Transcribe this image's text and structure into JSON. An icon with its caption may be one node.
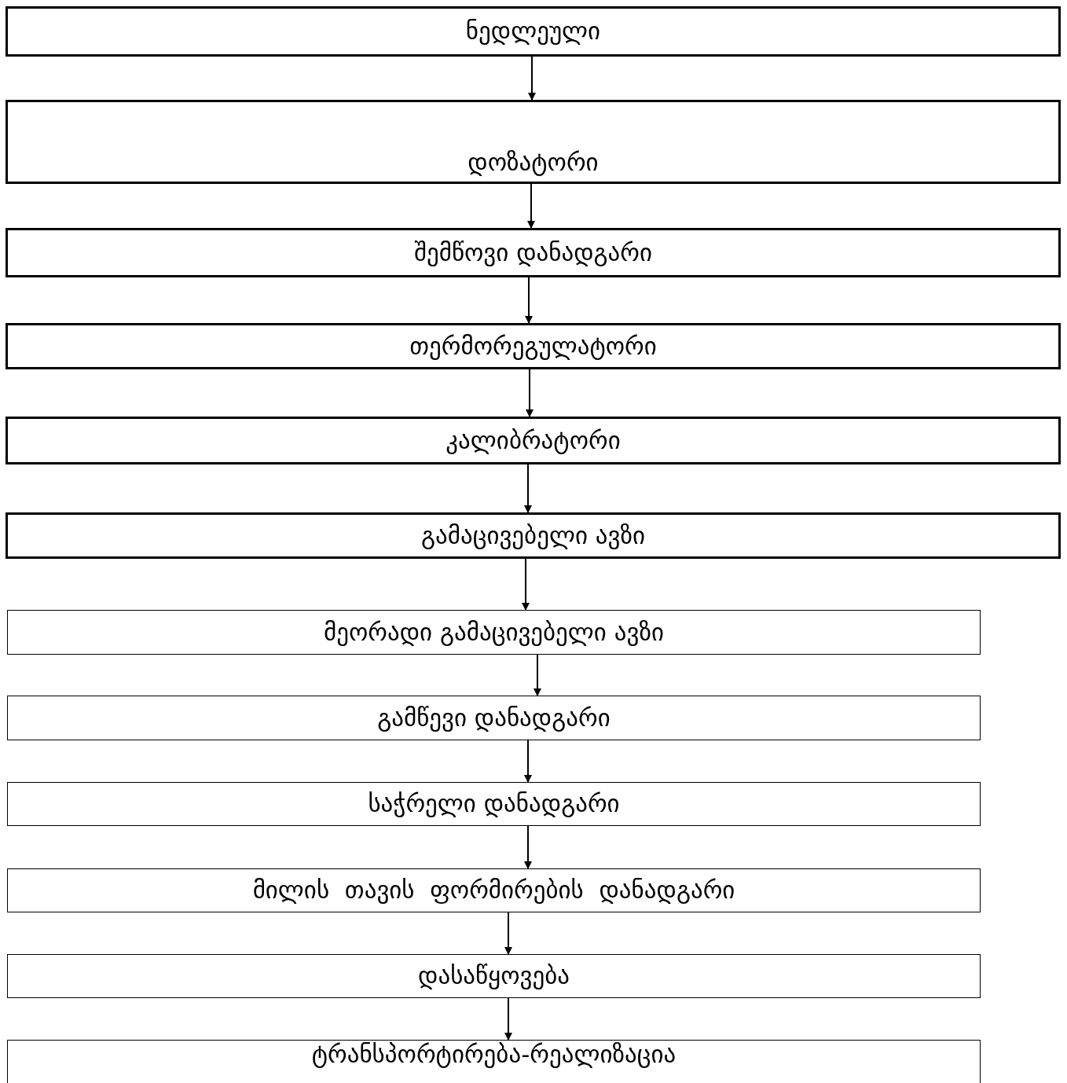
{
  "diagram": {
    "nodes": [
      {
        "text": [
          "ნედლეული"
        ]
      },
      {
        "text": [
          "დოზატორი"
        ]
      },
      {
        "text": [
          "შემწოვი დანადგარი"
        ]
      },
      {
        "text": [
          "თერმორეგულატორი"
        ]
      },
      {
        "text": [
          "კალიბრატორი"
        ]
      },
      {
        "text": [
          "გამაცივებელი ავზი"
        ]
      },
      {
        "text": [
          "მეორადი გამაცივებელი ავზი"
        ]
      },
      {
        "text": [
          "გამწევი დანადგარი"
        ]
      },
      {
        "text": [
          "საჭრელი დანადგარი"
        ]
      },
      {
        "text": [
          "მილის  თავის  ფორმირების  დანადგარი"
        ]
      },
      {
        "text": [
          "დასაწყოვება"
        ]
      },
      {
        "text": [
          "ტრანსპორტირება-რეალიზაცია"
        ]
      }
    ],
    "edges": [
      {
        "from": 0,
        "to": 1,
        "arrow": "to"
      },
      {
        "from": 1,
        "to": 2,
        "arrow": "to"
      },
      {
        "from": 2,
        "to": 3,
        "arrow": "to"
      },
      {
        "from": 3,
        "to": 4,
        "arrow": "to"
      },
      {
        "from": 4,
        "to": 5,
        "arrow": "to"
      },
      {
        "from": 5,
        "to": 6,
        "arrow": "to"
      },
      {
        "from": 6,
        "to": 7,
        "arrow": "to"
      },
      {
        "from": 7,
        "to": 8,
        "arrow": "to"
      },
      {
        "from": 8,
        "to": 9,
        "arrow": "to"
      },
      {
        "from": 9,
        "to": 10,
        "arrow": "to"
      },
      {
        "from": 10,
        "to": 11,
        "arrow": "to"
      }
    ]
  }
}
